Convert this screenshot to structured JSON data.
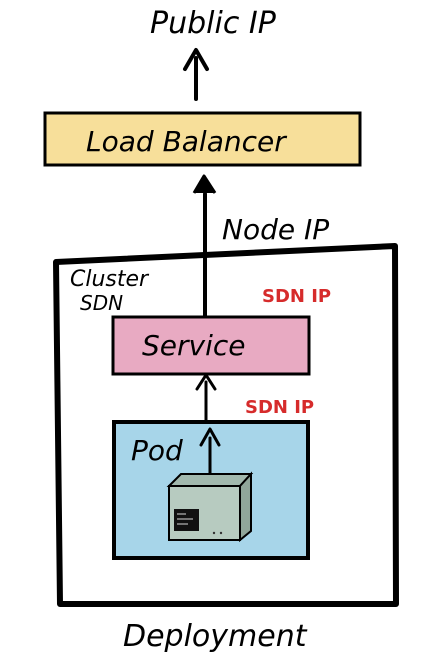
{
  "labels": {
    "public_ip": "Public IP",
    "load_balancer": "Load Balancer",
    "node_ip": "Node IP",
    "cluster_sdn_line1": "Cluster",
    "cluster_sdn_line2": "SDN",
    "sdn_ip_top": "SDN IP",
    "service": "Service",
    "sdn_ip_bottom": "SDN IP",
    "pod": "Pod",
    "deployment": "Deployment"
  },
  "colors": {
    "load_balancer_fill": "#f7df9a",
    "service_fill": "#e8aac2",
    "pod_fill": "#a7d5e9",
    "container_fill": "#b7cbc0",
    "red_label": "#d62b2b",
    "ink": "#000000"
  },
  "icons": {
    "container": "container-box-icon",
    "terminal": "terminal-screen-icon"
  }
}
